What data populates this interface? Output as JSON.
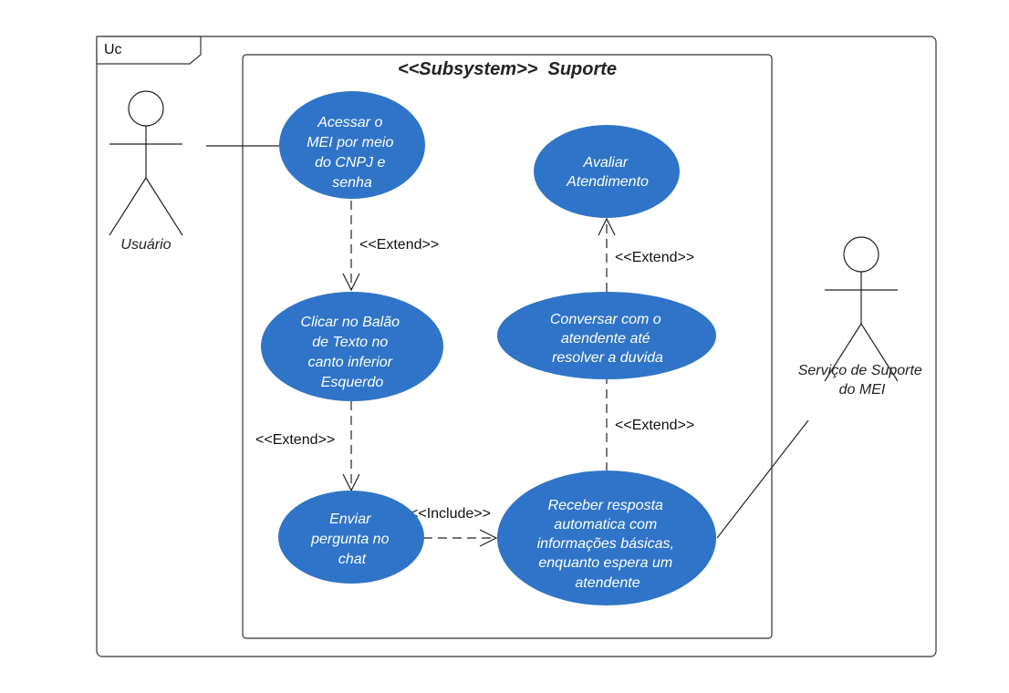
{
  "frame": {
    "tab_label": "Uc"
  },
  "subsystem": {
    "title": "<<Subsystem>>  Suporte"
  },
  "actors": {
    "usuario": {
      "label": "Usuário"
    },
    "servico": {
      "label_lines": [
        "Serviço de Suporte",
        "do MEI"
      ]
    }
  },
  "use_cases": {
    "acessar": {
      "lines": [
        "Acessar o",
        "MEI por meio",
        "do CNPJ e",
        "senha"
      ]
    },
    "clicar": {
      "lines": [
        "Clicar no Balão",
        "de Texto no",
        "canto inferior",
        "Esquerdo"
      ]
    },
    "enviar": {
      "lines": [
        "Enviar",
        "pergunta no",
        "chat"
      ]
    },
    "avaliar": {
      "lines": [
        "Avaliar",
        "Atendimento"
      ]
    },
    "conversar": {
      "lines": [
        "Conversar com o",
        "atendente até",
        "resolver a duvida"
      ]
    },
    "receber": {
      "lines": [
        "Receber resposta",
        "automatica com",
        "informações básicas,",
        "enquanto espera um",
        "atendente"
      ]
    }
  },
  "relations": {
    "acessar_clicar": "<<Extend>>",
    "clicar_enviar": "<<Extend>>",
    "enviar_receber": "<<Include>>",
    "receber_conversar": "<<Extend>>",
    "conversar_avaliar": "<<Extend>>"
  },
  "colors": {
    "usecase_fill": "#2f74c8",
    "usecase_text": "#ffffff",
    "line": "#222222"
  }
}
